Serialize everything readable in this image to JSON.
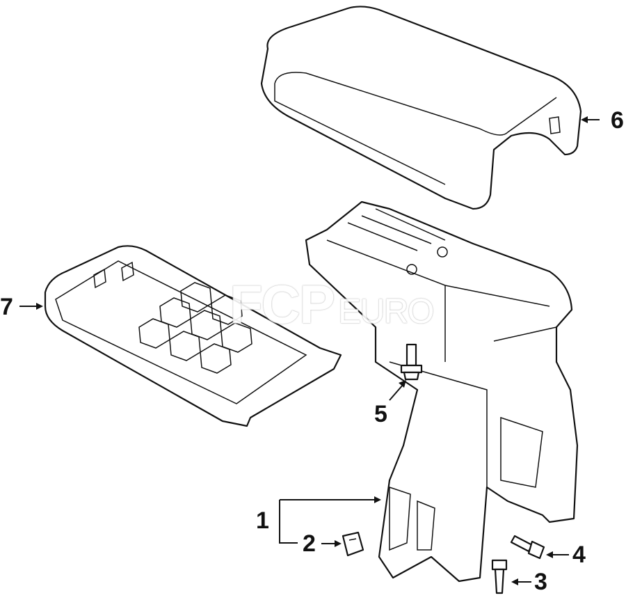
{
  "diagram": {
    "title": "Center console armrest assembly",
    "callouts": [
      {
        "id": "1",
        "label": "1"
      },
      {
        "id": "2",
        "label": "2"
      },
      {
        "id": "3",
        "label": "3"
      },
      {
        "id": "4",
        "label": "4"
      },
      {
        "id": "5",
        "label": "5"
      },
      {
        "id": "6",
        "label": "6"
      },
      {
        "id": "7",
        "label": "7"
      }
    ],
    "watermark": {
      "brand": "FCP",
      "suffix": "EURO"
    }
  }
}
